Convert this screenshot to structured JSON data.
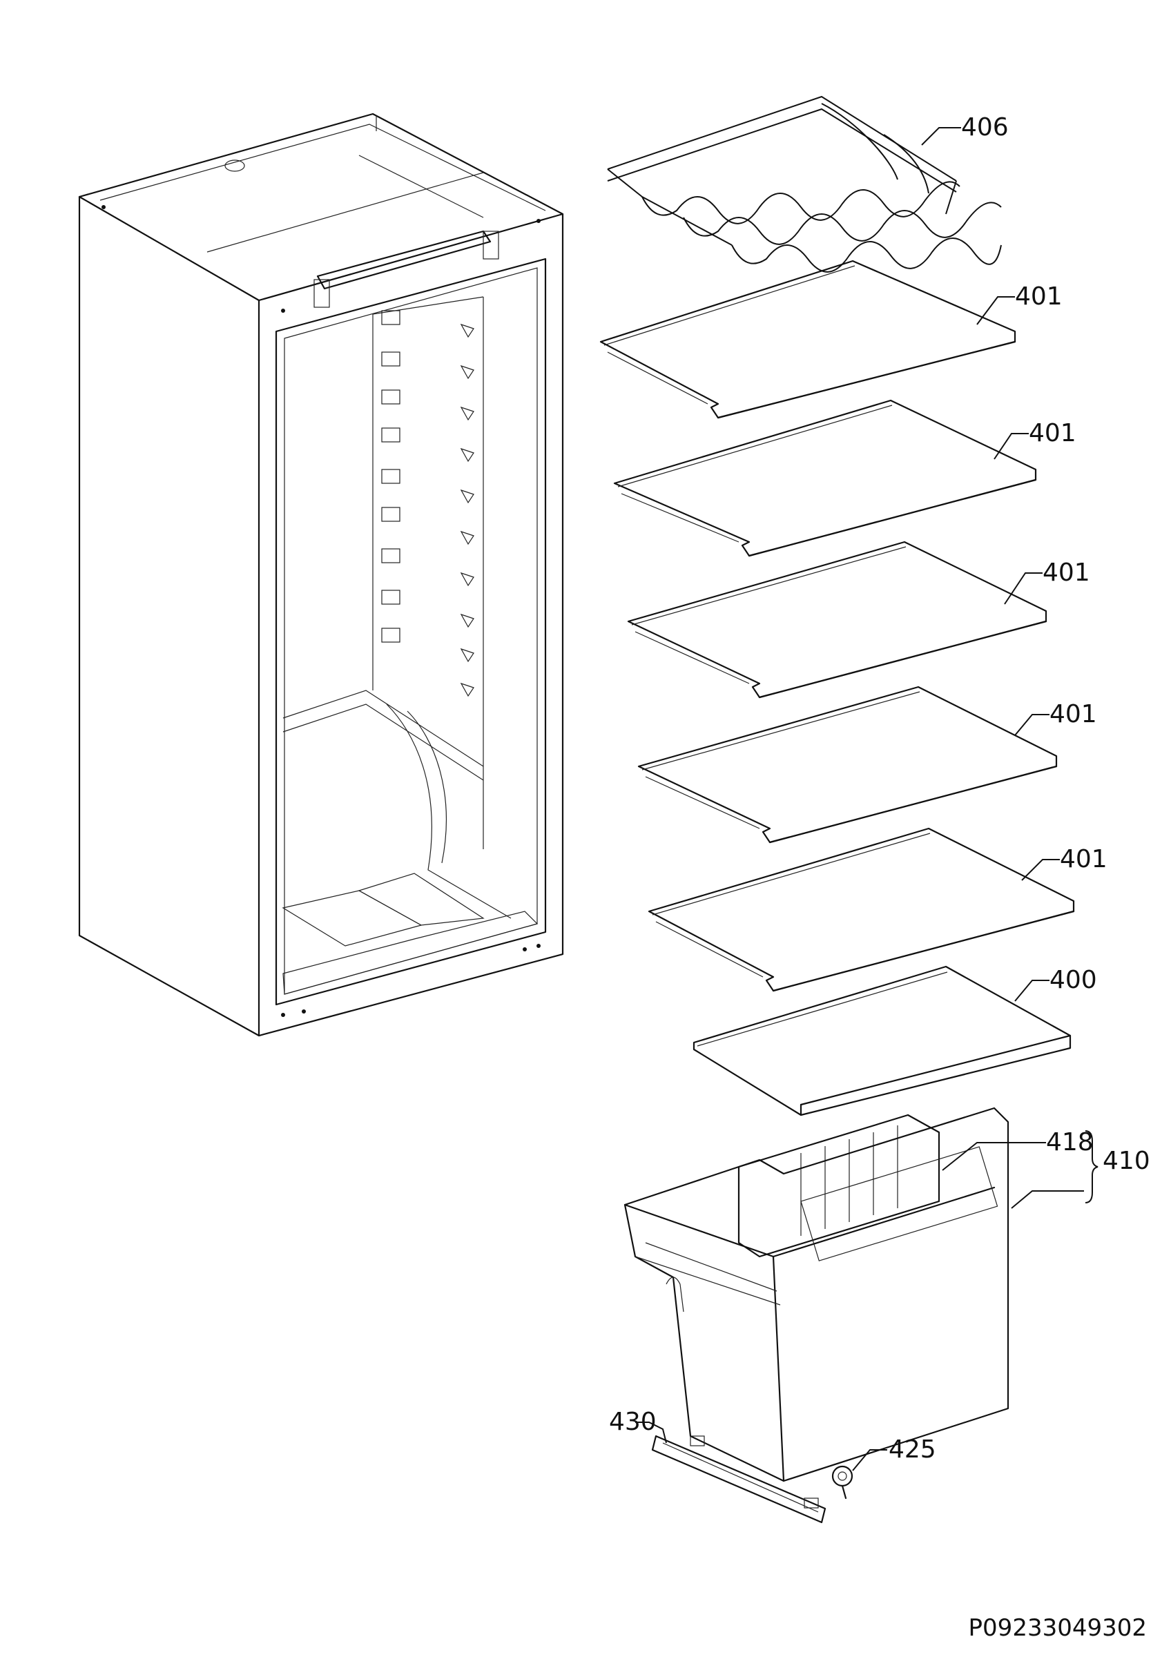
{
  "drawing": {
    "code": "P09233049302",
    "labels": {
      "l406": "406",
      "l401a": "401",
      "l401b": "401",
      "l401c": "401",
      "l401d": "401",
      "l401e": "401",
      "l400": "400",
      "l418": "418",
      "l410": "410",
      "l430": "430",
      "l425": "425"
    }
  }
}
